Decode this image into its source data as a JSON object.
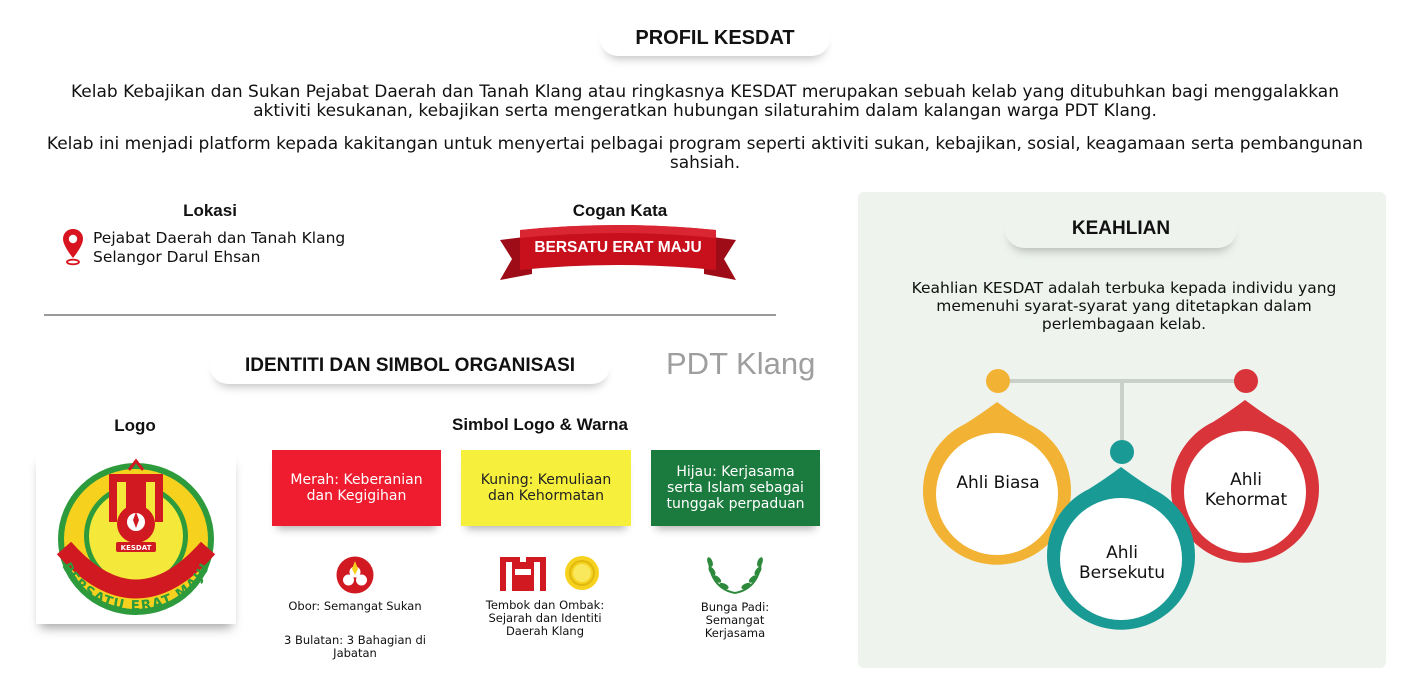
{
  "profile": {
    "title": "PROFIL KESDAT",
    "intro_1": "Kelab Kebajikan dan Sukan Pejabat Daerah dan Tanah Klang atau ringkasnya KESDAT merupakan sebuah kelab yang ditubuhkan bagi menggalakkan aktiviti kesukanan, kebajikan serta mengeratkan hubungan silaturahim dalam kalangan warga PDT Klang.",
    "intro_2": "Kelab ini menjadi platform kepada kakitangan untuk menyertai pelbagai program seperti aktiviti sukan, kebajikan, sosial, keagamaan serta pembangunan sahsiah."
  },
  "location": {
    "title": "Lokasi",
    "line_1": "Pejabat Daerah dan Tanah Klang",
    "line_2": "Selangor Darul Ehsan",
    "pin_icon": "map-pin-icon",
    "pin_color": "#d7141f"
  },
  "motto": {
    "title": "Cogan Kata",
    "text": "BERSATU ERAT MAJU",
    "ribbon_color": "#c8101d"
  },
  "identity": {
    "title": "IDENTITI DAN SIMBOL ORGANISASI",
    "watermark": "PDT Klang",
    "logo_title": "Logo",
    "logo_ring_text": "BERSATU ERAT MAJU",
    "logo_badge_text": "KESDAT",
    "colors_title": "Simbol Logo & Warna",
    "swatches": [
      {
        "text": "Merah: Keberanian dan Kegigihan",
        "color": "#ee1c2e"
      },
      {
        "text": "Kuning: Kemuliaan dan Kehormatan",
        "color": "#f6f03d"
      },
      {
        "text": "Hijau: Kerjasama serta Islam sebagai tunggak perpaduan",
        "color": "#1b7a3d"
      }
    ],
    "symbols": {
      "torch": "Obor: Semangat Sukan",
      "circles": "3 Bulatan: 3 Bahagian di Jabatan",
      "wall": "Tembok dan Ombak: Sejarah dan Identiti Daerah Klang",
      "padi": "Bunga Padi: Semangat Kerjasama"
    }
  },
  "membership": {
    "title": "KEAHLIAN",
    "text": "Keahlian KESDAT adalah terbuka kepada individu yang memenuhi syarat-syarat yang ditetapkan dalam perlembagaan kelab.",
    "types": [
      {
        "label": "Ahli Biasa",
        "color": "#f2b233"
      },
      {
        "label": "Ahli Bersekutu",
        "color": "#1a9a95"
      },
      {
        "label": "Ahli Kehormat",
        "color": "#d8343a"
      }
    ],
    "panel_color": "#eef3ee"
  }
}
